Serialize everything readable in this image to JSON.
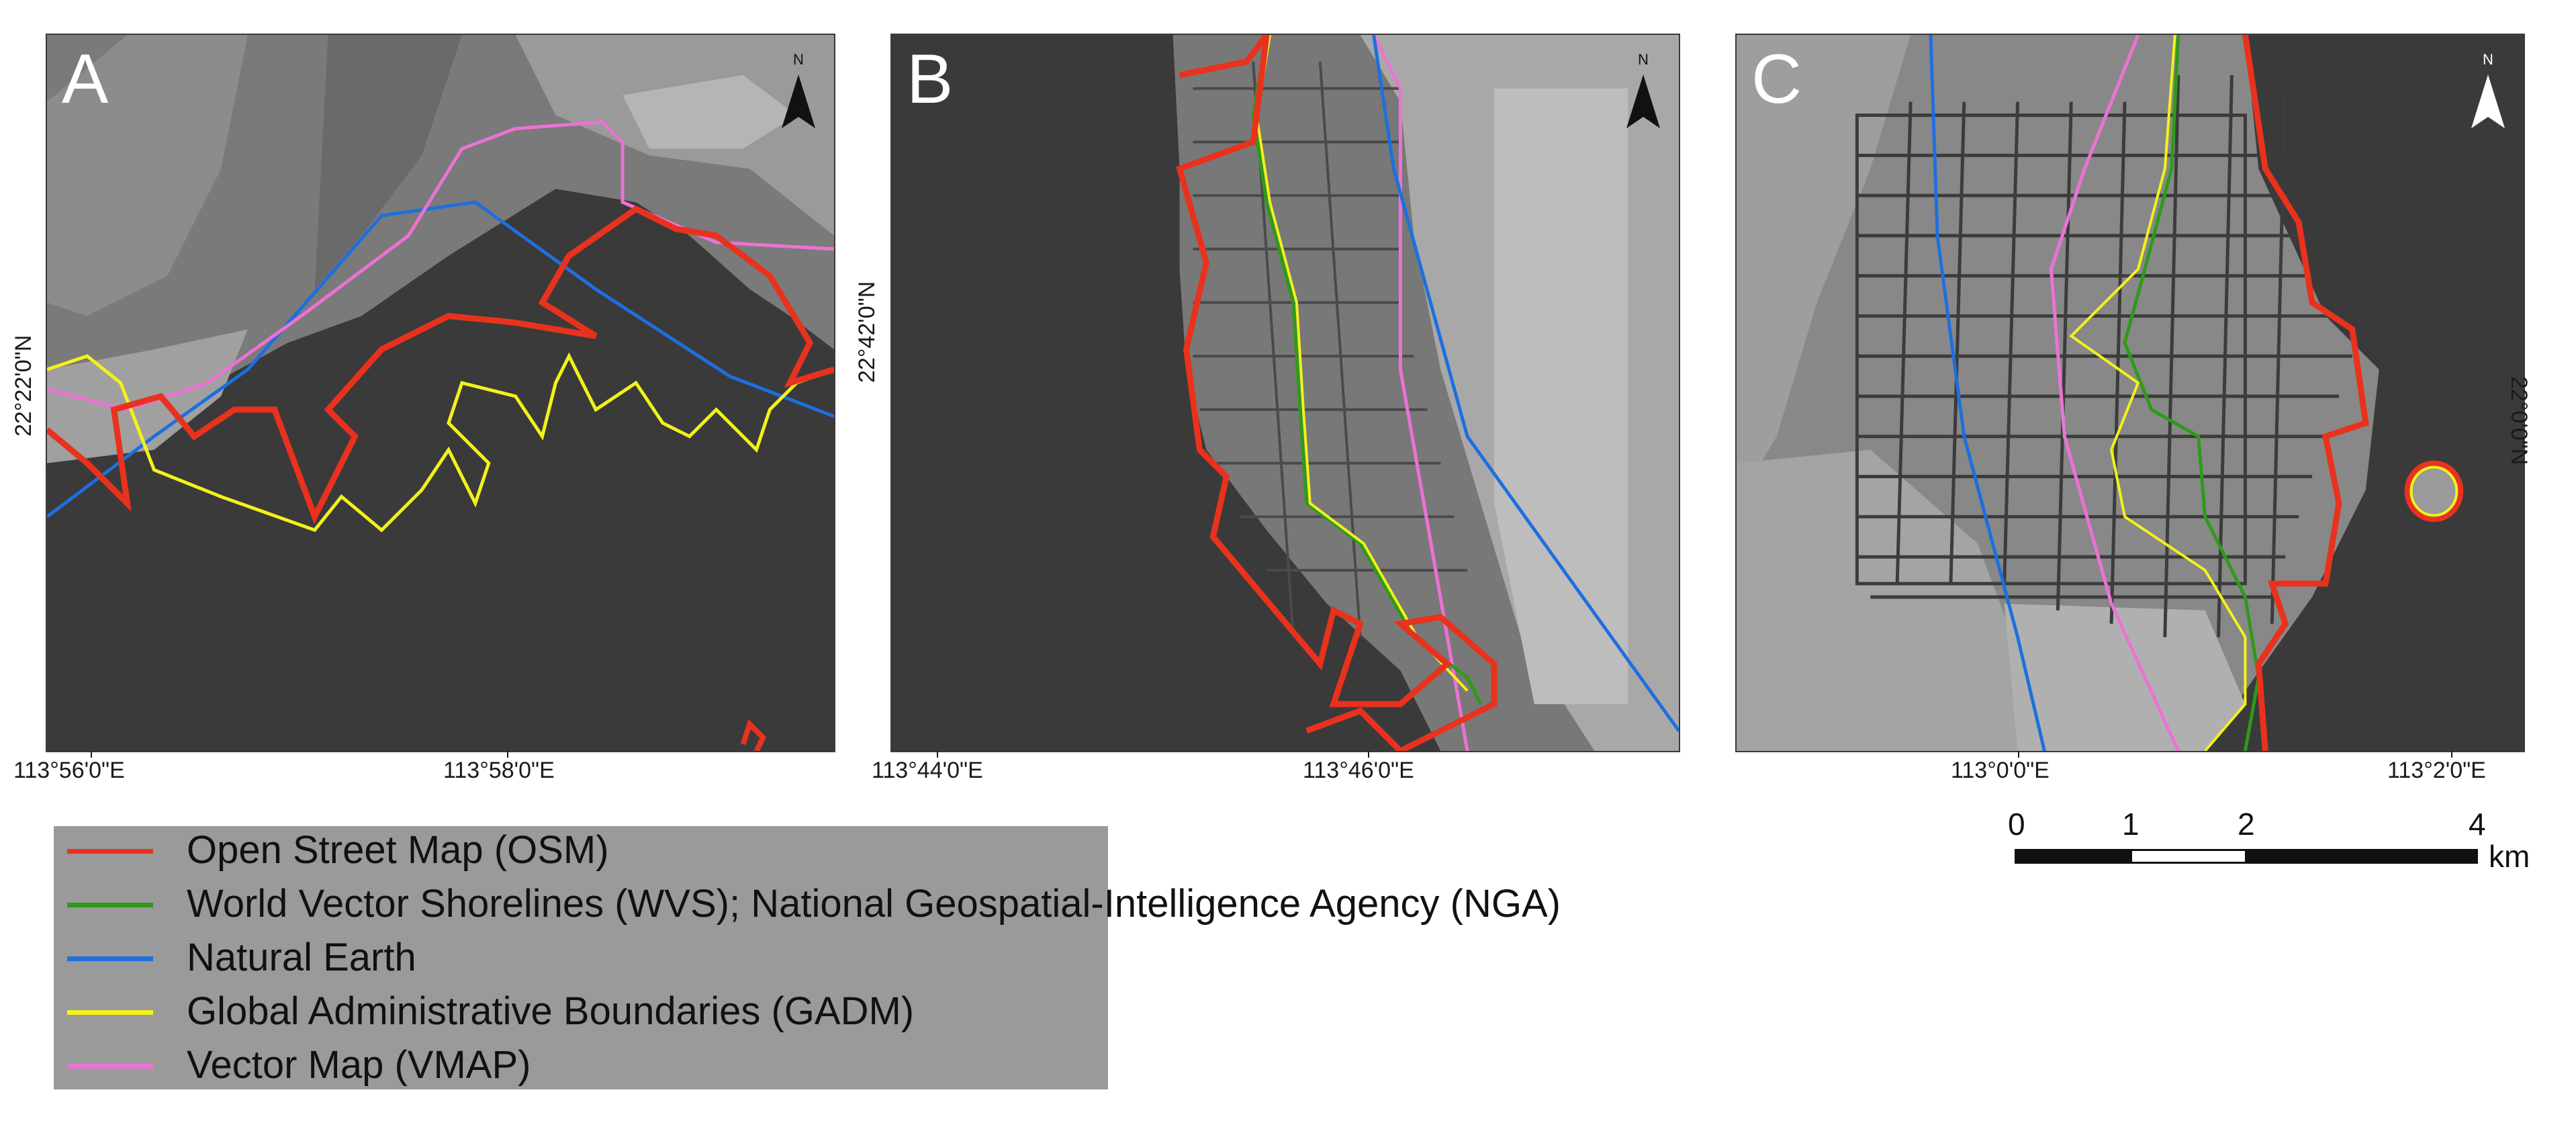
{
  "panels": [
    {
      "letter": "A",
      "lon_labels": [
        "113°56'0\"E",
        "113°58'0\"E"
      ],
      "lat_label": "22°22'0\"N",
      "north_label": "N"
    },
    {
      "letter": "B",
      "lon_labels": [
        "113°44'0\"E",
        "113°46'0\"E"
      ],
      "lat_label": "22°42'0\"N",
      "north_label": "N"
    },
    {
      "letter": "C",
      "lon_labels": [
        "113°0'0\"E",
        "113°2'0\"E"
      ],
      "lat_label": "22°0'0\"N",
      "north_label": "N"
    }
  ],
  "legend": {
    "items": [
      {
        "label": "Open Street Map (OSM)",
        "color": "#e8321e"
      },
      {
        "label": "World Vector Shorelines (WVS); National Geospatial-Intelligence Agency (NGA)",
        "color": "#2f9a1a"
      },
      {
        "label": "Natural Earth",
        "color": "#1d6fe0"
      },
      {
        "label": "Global Administrative Boundaries (GADM)",
        "color": "#f2f21a"
      },
      {
        "label": "Vector Map (VMAP)",
        "color": "#ec72d4"
      }
    ]
  },
  "scale_bar": {
    "ticks": [
      "0",
      "1",
      "2",
      "4"
    ],
    "unit": "km"
  },
  "colors": {
    "water": "#3c3c3c",
    "land": "#8a8a8a",
    "frame": "#3a3a3a"
  }
}
